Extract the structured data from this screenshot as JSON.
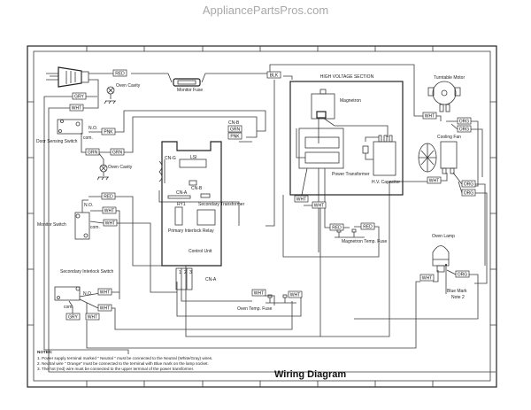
{
  "watermark": "AppliancePartsPros.com",
  "title": "Wiring Diagram",
  "high_voltage_section": "HIGH VOLTAGE SECTION",
  "components": {
    "monitor_fuse": "Monitor Fuse",
    "oven_cavity_1": "Oven Cavity",
    "oven_cavity_2": "Oven Cavity",
    "door_sensing_switch": "Door Sensing Switch",
    "monitor_switch": "Monitor Switch",
    "secondary_interlock_switch": "Secondary Interlock Switch",
    "control_unit": "Control Unit",
    "cn_b_top": "CN-B",
    "cn_g": "CN-G",
    "lsi": "LSI",
    "cn_b": "CN-B",
    "cn_a_board": "CN-A",
    "ry1": "RY1",
    "secondary_transformer": "Secondary Transformer",
    "primary_interlock_relay": "Primary Interlock Relay",
    "cn_a": "CN-A",
    "oven_temp_fuse": "Oven Temp. Fuse",
    "magnetron": "Magnetron",
    "power_transformer": "Power Transformer",
    "hv_capacitor": "H.V. Capacitor",
    "magnetron_temp_fuse": "Magnetron Temp. Fuse",
    "turntable_motor": "Turntable Motor",
    "cooling_fan": "Cooling Fan",
    "oven_lamp": "Oven Lamp",
    "blue_mark": "Blue Mark",
    "note_2": "Note 2",
    "no_1": "N.O.",
    "com_1": "com.",
    "no_2": "N.O.",
    "com_2": "com.",
    "no_3": "N.O.",
    "com_3": "com."
  },
  "wire_tags": [
    "RED",
    "BLK",
    "GRY",
    "WHT",
    "PNK",
    "GRN",
    "GRN",
    "GRN",
    "PNK",
    "RED",
    "WHT",
    "WHT",
    "WHT",
    "WHT",
    "GRY",
    "WHT",
    "WHT",
    "ORG",
    "ORG",
    "WHT",
    "ORG",
    "ORG",
    "WHT",
    "WHT",
    "RED",
    "RED",
    "WHT",
    "WHT",
    "ORG",
    "WHT"
  ],
  "notes": {
    "heading": "NOTES:",
    "items": [
      "1. Power supply terminal marked \" Neutral \" must be connected to the Neutral (White/Gray) wires.",
      "2. Neutral wire  \" Orange\" must be connected to the terminal with Blue mark on the lamp socket.",
      "3. The hot (red) wire must be connected to the upper terminal of the power transformer."
    ]
  }
}
